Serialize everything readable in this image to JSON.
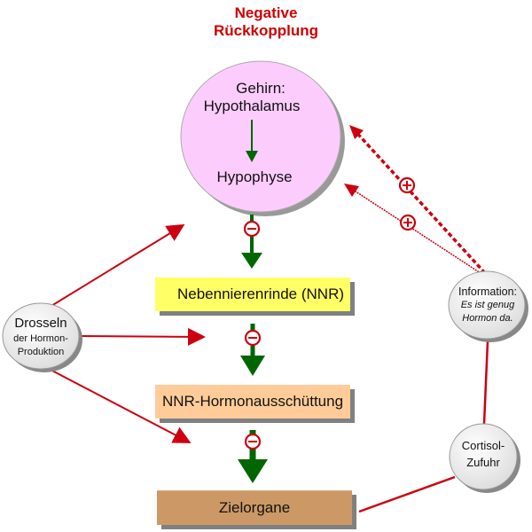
{
  "title": {
    "line1": "Negative",
    "line2": "Rückkopplung"
  },
  "brain": {
    "label_top": "Gehirn:",
    "label_hypothalamus": "Hypothalamus",
    "label_hypophyse": "Hypophyse"
  },
  "boxes": {
    "nnr": "Nebennierenrinde (NNR)",
    "hormone_release": "NNR-Hormonausschüttung",
    "target_organs": "Zielorgane"
  },
  "nodes": {
    "throttle": {
      "line1": "Drosseln",
      "line2": "der Hormon-",
      "line3": "Produktion"
    },
    "information": {
      "line1": "Information:",
      "line2": "Es ist genug",
      "line3": "Hormon da."
    },
    "cortisol": {
      "line1": "Cortisol-",
      "line2": "Zufuhr"
    }
  },
  "signs": {
    "minus": "−",
    "plus": "+"
  },
  "colors": {
    "title": "#cc0000",
    "arrow_red": "#cc0010",
    "arrow_green": "#006600",
    "brain_fill": "#fccdfc",
    "nnr_fill": "#ffff66",
    "hormone_fill": "#ffcc99",
    "target_fill": "#cc9966",
    "node_fill": "#eeeeee"
  }
}
